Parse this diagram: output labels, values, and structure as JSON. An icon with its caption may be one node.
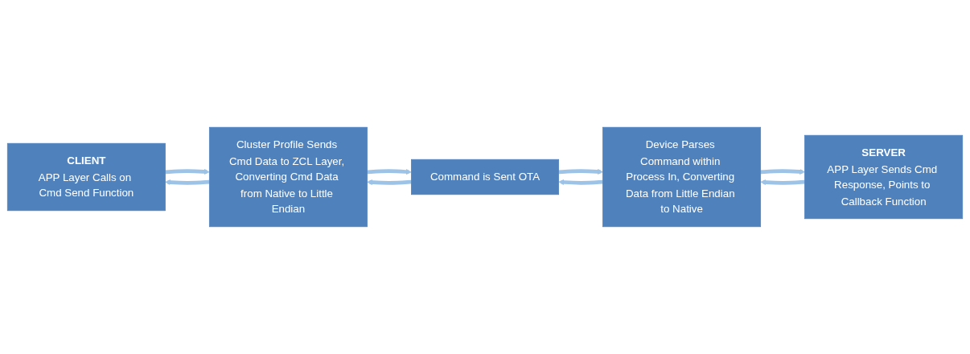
{
  "diagram": {
    "nodes": [
      {
        "text": [
          "CLIENT",
          "APP Layer Calls on Cmd Send Function"
        ]
      },
      {
        "text": [
          "SERVER",
          "APP Layer Sends Cmd Response, Points to Callback Function"
        ]
      },
      {
        "text": [
          "Cluster Profile Sends Cmd Data to ZCL Layer, Converting Cmd Data from Native to Little Endian"
        ]
      },
      {
        "text": [
          "Command is Sent OTA"
        ]
      },
      {
        "text": [
          "Device Parses Command within Process In, Converting Data from Little Endian to Native"
        ]
      }
    ],
    "edges": [
      {
        "from": 0,
        "to": 2,
        "arrow": "to"
      },
      {
        "from": 2,
        "to": 0,
        "arrow": "to"
      },
      {
        "from": 2,
        "to": 3,
        "arrow": "to"
      },
      {
        "from": 3,
        "to": 2,
        "arrow": "to"
      },
      {
        "from": 3,
        "to": 4,
        "arrow": "to"
      },
      {
        "from": 4,
        "to": 3,
        "arrow": "to"
      },
      {
        "from": 4,
        "to": 1,
        "arrow": "to"
      },
      {
        "from": 1,
        "to": 4,
        "arrow": "to"
      }
    ]
  }
}
